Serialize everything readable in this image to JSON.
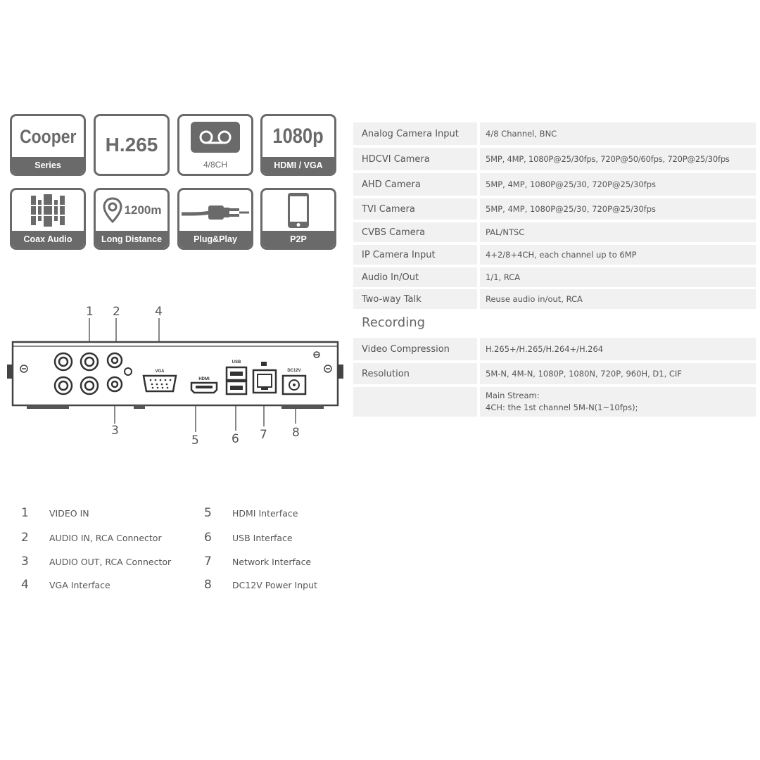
{
  "badges": [
    {
      "top": "Cooper",
      "bottom": "Series",
      "icon": "text"
    },
    {
      "top": "H.265",
      "bottom": "",
      "icon": "text-only"
    },
    {
      "top": "",
      "bottom": "4/8CH",
      "icon": "tape-icon"
    },
    {
      "top": "1080p",
      "bottom": "HDMI / VGA",
      "icon": "text"
    },
    {
      "top": "",
      "bottom": "Coax Audio",
      "icon": "coax-audio-icon"
    },
    {
      "top": "1200m",
      "bottom": "Long Distance",
      "icon": "location-pin-icon"
    },
    {
      "top": "",
      "bottom": "Plug&Play",
      "icon": "plug-icon"
    },
    {
      "top": "",
      "bottom": "P2P",
      "icon": "smartphone-icon"
    }
  ],
  "spec_rows": [
    {
      "key": "Analog Camera Input",
      "value": "4/8 Channel, BNC"
    },
    {
      "key": "HDCVI Camera",
      "value": "5MP, 4MP, 1080P@25/30fps, 720P@50/60fps, 720P@25/30fps"
    },
    {
      "key": "AHD Camera",
      "value": "5MP, 4MP, 1080P@25/30, 720P@25/30fps"
    },
    {
      "key": "TVI Camera",
      "value": "5MP, 4MP, 1080P@25/30, 720P@25/30fps"
    },
    {
      "key": "CVBS Camera",
      "value": "PAL/NTSC"
    },
    {
      "key": "IP Camera Input",
      "value": "4+2/8+4CH, each channel up to 6MP"
    },
    {
      "key": "Audio In/Out",
      "value": "1/1, RCA"
    },
    {
      "key": "Two-way Talk",
      "value": "Reuse audio in/out, RCA"
    }
  ],
  "recording_title": "Recording",
  "recording_rows": [
    {
      "key": "Video Compression",
      "value": "H.265+/H.265/H.264+/H.264"
    },
    {
      "key": "Resolution",
      "value": "5M-N, 4M-N, 1080P,  1080N, 720P, 960H, D1, CIF"
    },
    {
      "key": "",
      "value_line1": "Main Stream:",
      "value_line2": "4CH: the 1st channel 5M-N(1~10fps);"
    }
  ],
  "rear_panel": {
    "callouts": [
      "1",
      "2",
      "3",
      "4",
      "5",
      "6",
      "7",
      "8"
    ],
    "port_labels": {
      "vga": "VGA",
      "hdmi": "HDMI",
      "usb": "USB",
      "dc": "DC12V"
    }
  },
  "legend": [
    {
      "num": "1",
      "text": "VIDEO IN"
    },
    {
      "num": "2",
      "text": "AUDIO IN, RCA Connector"
    },
    {
      "num": "3",
      "text": "AUDIO OUT, RCA Connector"
    },
    {
      "num": "4",
      "text": "VGA Interface"
    },
    {
      "num": "5",
      "text": "HDMI Interface"
    },
    {
      "num": "6",
      "text": "USB Interface"
    },
    {
      "num": "7",
      "text": "Network Interface"
    },
    {
      "num": "8",
      "text": "DC12V Power Input"
    }
  ],
  "colors": {
    "badge_gray": "#6a6a6a",
    "table_bg": "#f1f1f1",
    "text": "#555555"
  }
}
